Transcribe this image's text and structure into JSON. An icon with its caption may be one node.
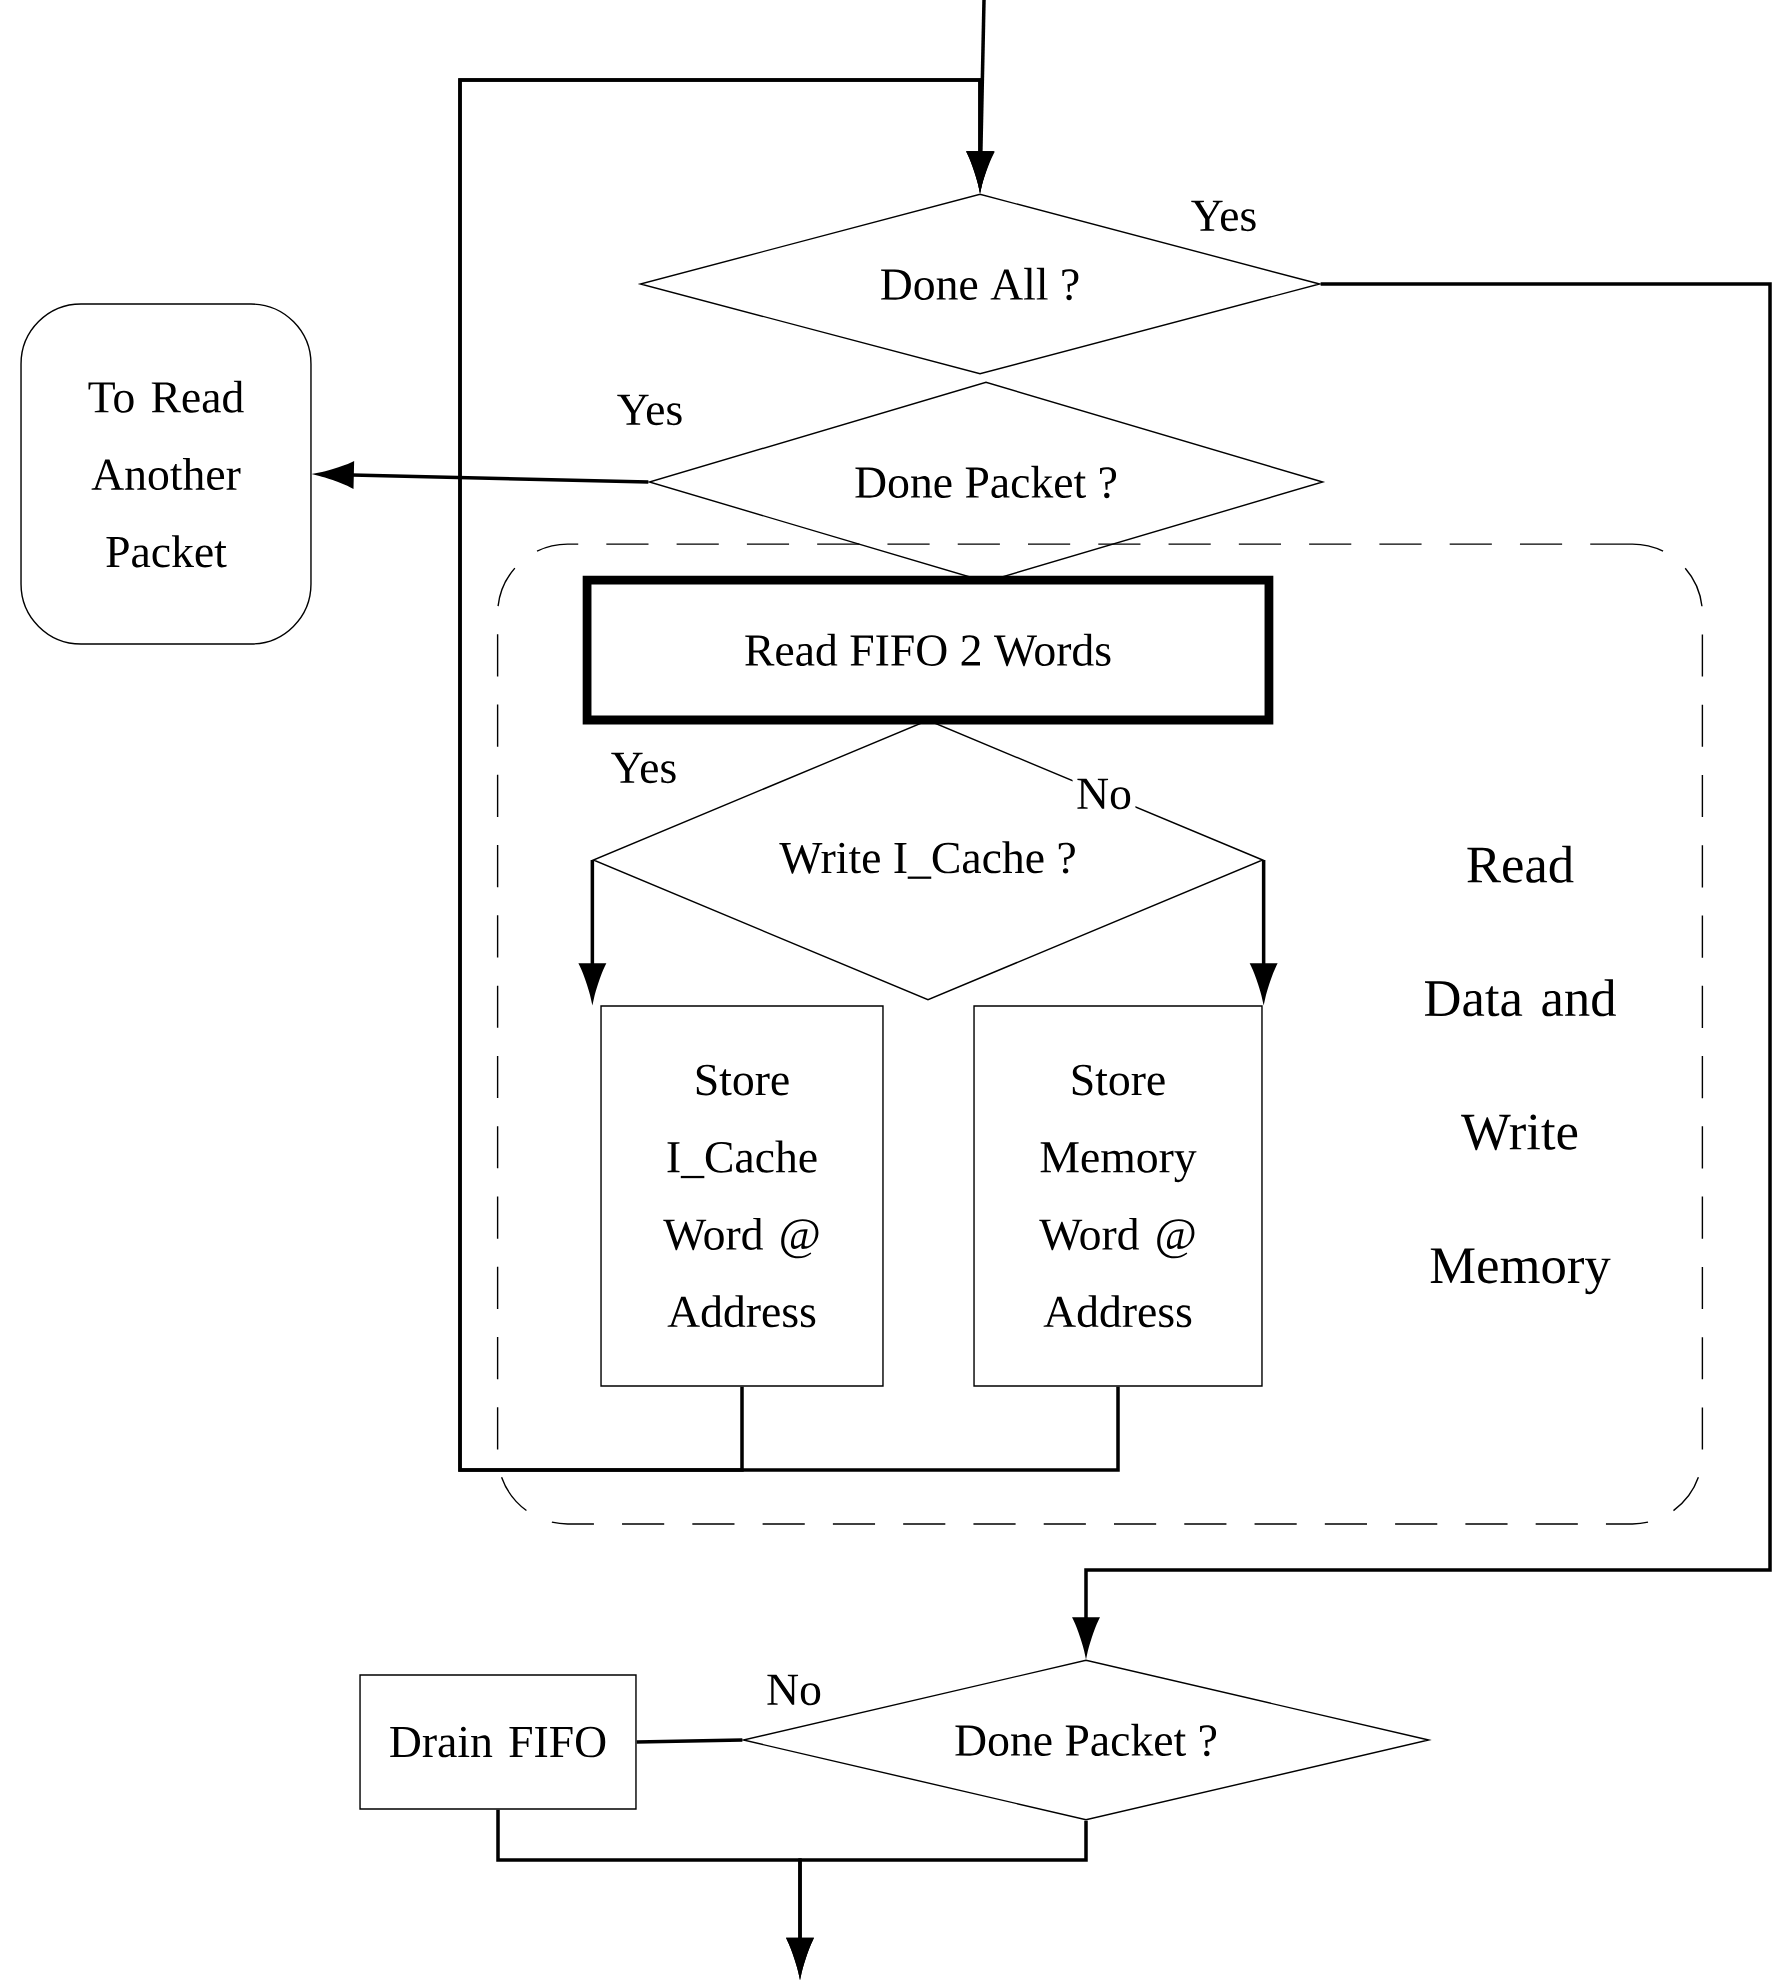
{
  "diagram": {
    "nodes": [
      {
        "text": [
          "Done All ?"
        ]
      },
      {
        "text": [
          "Done Packet ?"
        ]
      },
      {
        "text": [
          "To Read Another Packet"
        ]
      },
      {
        "text": [
          "Read Data and Write Memory"
        ]
      },
      {
        "text": [
          "Read FIFO 2 Words"
        ],
        "in": 3
      },
      {
        "text": [
          "Write I_Cache ?"
        ],
        "in": 3
      },
      {
        "text": [
          "Store I_Cache Word @ Address"
        ],
        "in": 3
      },
      {
        "text": [
          "Store Memory Word @ Address"
        ],
        "in": 3
      },
      {
        "text": [
          "Done Packet ?"
        ]
      },
      {
        "text": [
          "Drain FIFO"
        ]
      }
    ],
    "edges": [
      {
        "from": null,
        "to": 0,
        "arrow": "to"
      },
      {
        "from": 0,
        "to": 8,
        "arrow": "to",
        "label": "Yes"
      },
      {
        "from": 1,
        "to": 2,
        "arrow": "to",
        "label": "Yes"
      },
      {
        "from": 5,
        "to": 6,
        "arrow": "to",
        "label": "Yes"
      },
      {
        "from": 5,
        "to": 7,
        "arrow": "to",
        "label": "No"
      },
      {
        "from": 6,
        "to": 0,
        "arrow": "to"
      },
      {
        "from": 7,
        "to": 0,
        "arrow": "to"
      },
      {
        "from": 8,
        "to": 9,
        "arrow": "none",
        "label": "No"
      },
      {
        "from": 8,
        "to": null,
        "arrow": "to"
      },
      {
        "from": 9,
        "to": null,
        "arrow": "to"
      }
    ]
  }
}
